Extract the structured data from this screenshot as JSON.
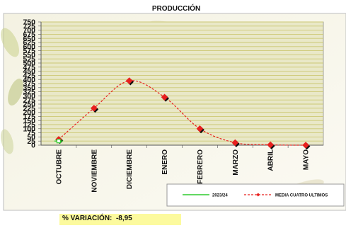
{
  "chart_data": {
    "type": "line",
    "title": "PRODUCCIÓN",
    "categories": [
      "OCTUBRE",
      "NOVIEMBRE",
      "DICIEMBRE",
      "ENERO",
      "FEBRERO",
      "MARZO",
      "ABRIL",
      "MAYO"
    ],
    "series": [
      {
        "name": "2023/24",
        "values": [
          25,
          null,
          null,
          null,
          null,
          null,
          null,
          null
        ],
        "color": "#2ecc2e"
      },
      {
        "name": "MEDIA CUATRO ULTIMOS",
        "values": [
          35,
          225,
          392,
          292,
          100,
          15,
          2,
          0
        ],
        "color": "#e8201e"
      }
    ],
    "yticks": [
      0,
      25,
      50,
      75,
      100,
      125,
      150,
      175,
      200,
      225,
      250,
      275,
      300,
      325,
      350,
      375,
      400,
      425,
      450,
      475,
      500,
      525,
      550,
      575,
      600,
      625,
      650,
      675,
      700,
      725,
      750
    ],
    "ytick_labels": [
      "0",
      "25",
      "50",
      "75",
      "100",
      "125",
      "150",
      "175",
      "200",
      "225",
      "250",
      "275",
      "300",
      "325",
      "350",
      "375",
      "400",
      "425",
      "450",
      "475",
      "500",
      "525",
      "550",
      "575",
      "600",
      "625",
      "650",
      "675",
      "700",
      "725",
      "750"
    ],
    "ylim": [
      0,
      750
    ],
    "grid": true,
    "legend_position": "bottom-right",
    "plot_background": "#e9e8c8",
    "grid_color": "#ccc873"
  },
  "footer": {
    "variation_label": "% VARIACIÓN:",
    "variation_value": "-8,95"
  }
}
